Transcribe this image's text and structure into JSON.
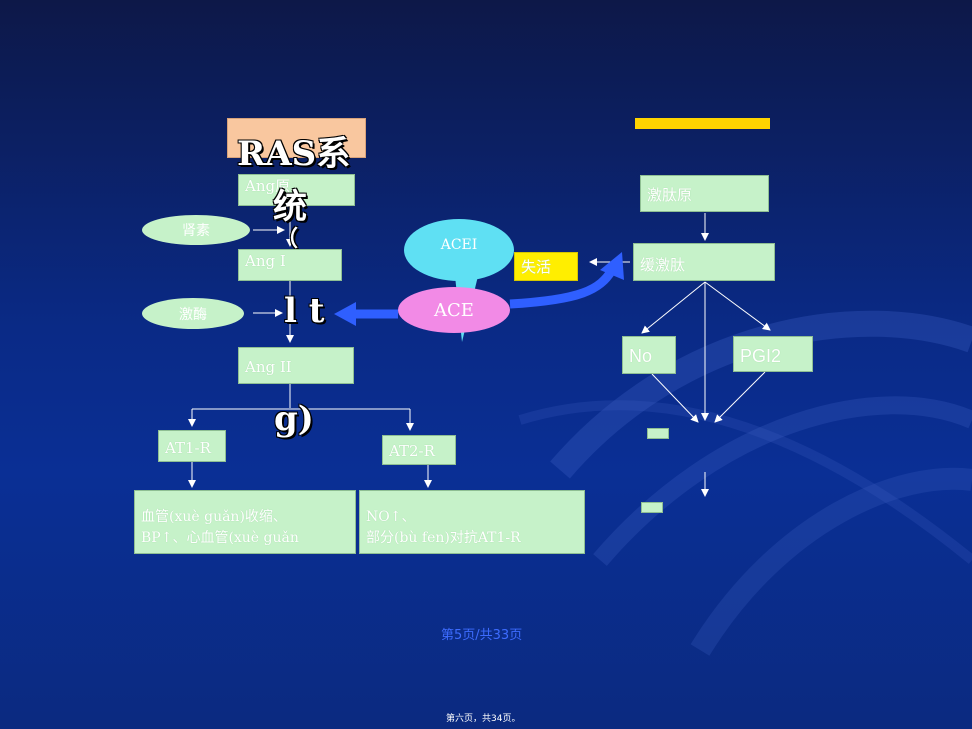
{
  "colors": {
    "box_fill": "#c6f2c9",
    "title_fill": "#f9c79f",
    "yellow_bar": "#ffd400",
    "yellow_label": "#ffee00",
    "bubble_fill": "#5fe0f3",
    "ace_fill": "#f28ae6",
    "arrow_blue": "#2f5fff"
  },
  "left": {
    "title_line1": "RAS系",
    "title_line2": "统",
    "title_line3": "（",
    "title_line4": "l t",
    "title_line5": "g)",
    "ang_precursor": "Ang原",
    "renin": "肾素",
    "ang_i": "Ang I",
    "kininase": "激酶",
    "ang_ii": "Ang II",
    "at1r": "AT1-R",
    "at2r": "AT2-R",
    "effect1_line1": "血管(xuè guǎn)收缩、",
    "effect1_line2": "BP↑、心血管(xuè guǎn",
    "effect2_line1": "NO↑、",
    "effect2_line2": "部分(bù fen)对抗AT1-R"
  },
  "middle": {
    "acei": "ACEI",
    "ace": "ACE",
    "inactive": "失活"
  },
  "right": {
    "kininogen": "激肽原",
    "bradykinin": "缓激肽",
    "no": "No",
    "pgi2": "PGI2"
  },
  "footer": {
    "page_current": "第5页/共33页",
    "page_bottom": "第六页，共34页。"
  }
}
